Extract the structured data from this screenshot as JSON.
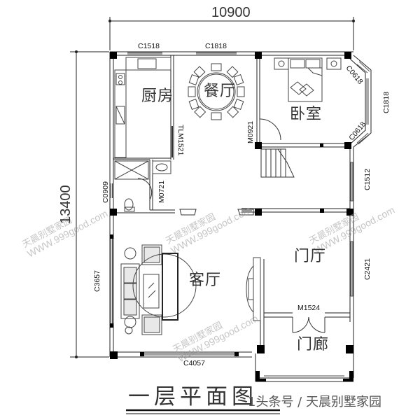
{
  "drawing": {
    "title": "一层平面图",
    "caption": "头条号 / 天晨别墅家园",
    "caption_display": "1头条号 / 天晨别墅家园"
  },
  "dimensions": {
    "overall_width": "10900",
    "overall_depth": "13400"
  },
  "rooms": {
    "kitchen": "厨房",
    "dining": "餐厅",
    "bedroom": "卧室",
    "living": "客厅",
    "foyer": "门厅",
    "porch": "门廊"
  },
  "openings": {
    "window_kitchen": "C1518",
    "window_dining": "C1818",
    "window_bay_top": "C0618",
    "window_bay_mid": "C1818",
    "window_bay_bottom": "C0618",
    "door_sliding_dining": "TLM1521",
    "door_bedroom": "M0921",
    "door_bathroom": "M0721",
    "window_bathroom": "C0909",
    "window_east_upper": "C1512",
    "window_east_lower": "C2421",
    "window_living_west": "C3657",
    "window_living_south": "C4057",
    "door_entry": "M1524"
  },
  "watermark": {
    "brand": "天晨别墅家园",
    "url": "WWW.999good.com"
  },
  "colors": {
    "line": "#222222",
    "column": "#000000",
    "watermark": "#9a9a9a",
    "window_fill": "#bdbdbd"
  }
}
